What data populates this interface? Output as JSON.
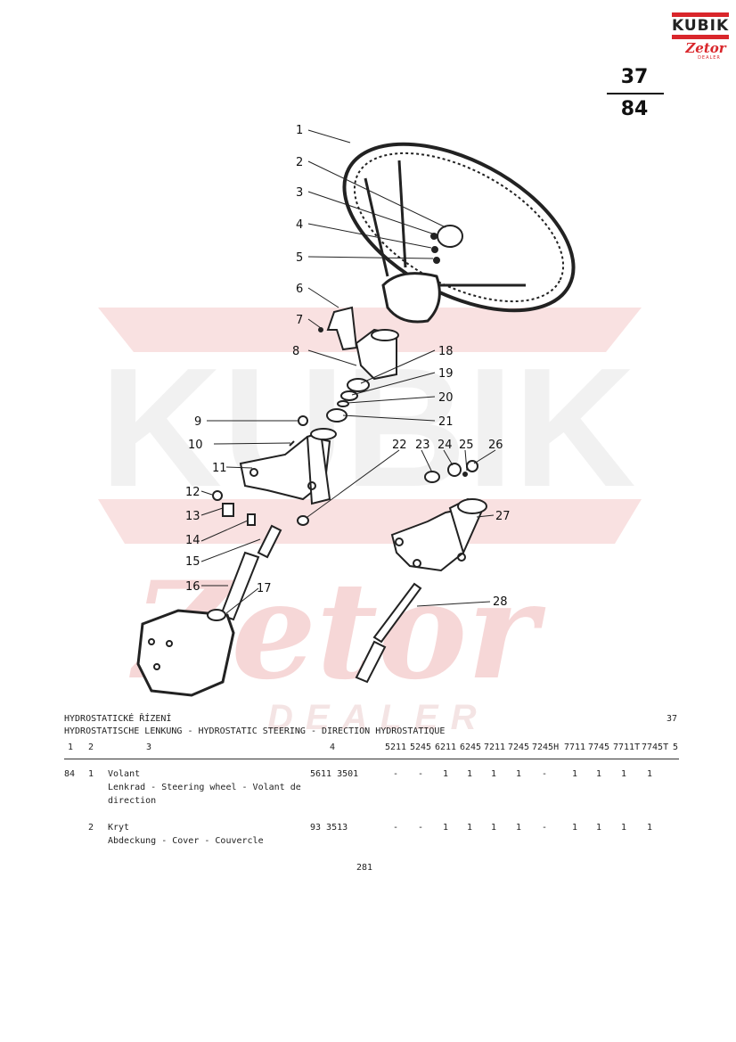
{
  "brand": {
    "logo_main": "KUBIK",
    "logo_sub": "Zetor",
    "logo_small": "DEALER"
  },
  "page_ref": {
    "top": "37",
    "bottom": "84"
  },
  "watermark": {
    "main": "KUBIK",
    "sub": "Zetor",
    "small": "DEALER"
  },
  "callouts": [
    "1",
    "2",
    "3",
    "4",
    "5",
    "6",
    "7",
    "8",
    "9",
    "10",
    "11",
    "12",
    "13",
    "14",
    "15",
    "16",
    "17",
    "18",
    "19",
    "20",
    "21",
    "22",
    "23",
    "24",
    "25",
    "26",
    "27",
    "28"
  ],
  "section": {
    "title_cz": "HYDROSTATICKÉ ŘÍZENÍ",
    "title_multi": "HYDROSTATISCHE LENKUNG - HYDROSTATIC STEERING - DIRECTION HYDROSTATIQUE",
    "section_no": "37",
    "col_headers": [
      "1",
      "2",
      "3",
      "4"
    ],
    "models": [
      "5211",
      "5245",
      "6211",
      "6245",
      "7211",
      "7245",
      "7245H",
      "7711",
      "7745",
      "7711T",
      "7745T",
      "5"
    ]
  },
  "parts": [
    {
      "fig": "84",
      "pos": "1",
      "desc": [
        "Volant",
        "Lenkrad - Steering wheel - Volant de",
        "direction"
      ],
      "part_no": "5611 3501",
      "qty": [
        "-",
        "-",
        "1",
        "1",
        "1",
        "1",
        "-",
        "1",
        "1",
        "1",
        "1"
      ]
    },
    {
      "fig": "",
      "pos": "2",
      "desc": [
        "Kryt",
        "Abdeckung - Cover - Couvercle"
      ],
      "part_no": "93 3513",
      "qty": [
        "-",
        "-",
        "1",
        "1",
        "1",
        "1",
        "-",
        "1",
        "1",
        "1",
        "1"
      ]
    }
  ],
  "footer": {
    "page": "281"
  },
  "colors": {
    "brand_red": "#d9262b",
    "watermark": "#f6d3d3",
    "watermark_grey": "#efefef",
    "ink": "#222222"
  }
}
